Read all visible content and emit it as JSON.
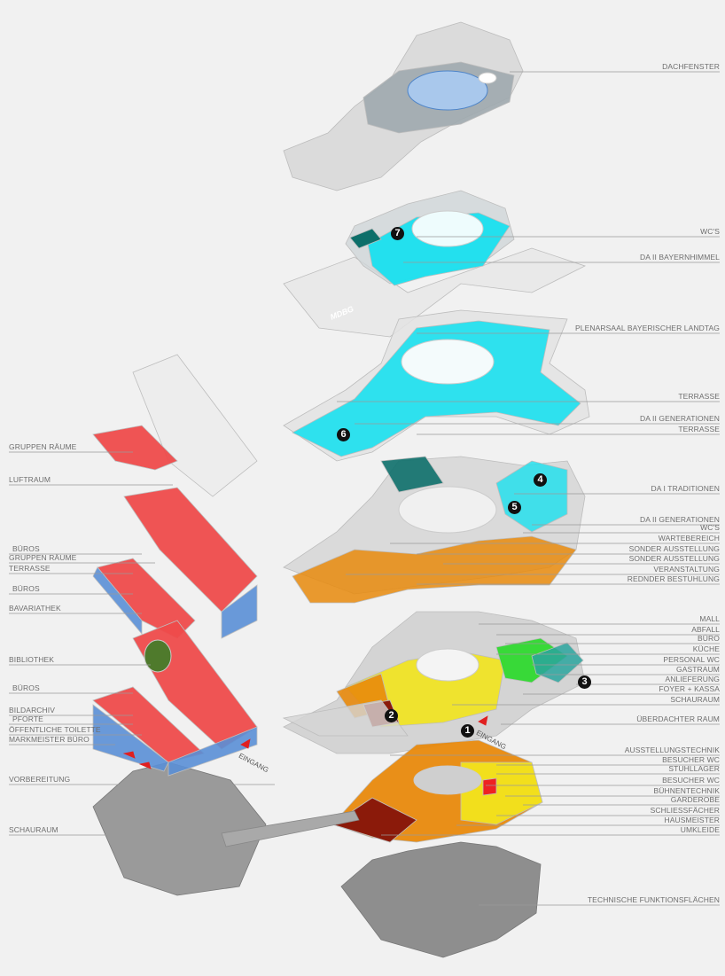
{
  "right_labels": [
    "DACHFENSTER",
    "WC'S",
    "DA II BAYERNHIMMEL",
    "PLENARSAAL BAYERISCHER LANDTAG",
    "TERRASSE",
    "DA II GENERATIONEN",
    "TERRASSE",
    "DA I TRADITIONEN",
    "DA II GENERATIONEN",
    "WC'S",
    "WARTEBEREICH",
    "SONDER AUSSTELLUNG",
    "SONDER AUSSTELLUNG",
    "VERANSTALTUNG",
    "REDNDER BESTUHLUNG",
    "MALL",
    "ABFALL",
    "BÜRO",
    "KÜCHE",
    "PERSONAL WC",
    "GASTRAUM",
    "ANLIEFERUNG",
    "FOYER + KASSA",
    "SCHAURAUM",
    "ÜBERDACHTER RAUM",
    "AUSSTELLUNGSTECHNIK",
    "BESUCHER WC",
    "STUHLLAGER",
    "BESUCHER WC",
    "BÜHNENTECHNIK",
    "GARDEROBE",
    "SCHLIESSFÄCHER",
    "HAUSMEISTER",
    "UMKLEIDE",
    "TECHNISCHE FUNKTIONSFLÄCHEN"
  ],
  "left_labels": [
    "GRUPPEN RÄUME",
    "LUFTRAUM",
    "BÜROS",
    "GRUPPEN RÄUME",
    "TERRASSE",
    "BÜROS",
    "BAVARIATHEK",
    "BIBLIOTHEK",
    "BÜROS",
    "BILDARCHIV",
    "PFORTE",
    "ÖFFENTLICHE TOILETTE",
    "MARKMEISTER BÜRO",
    "VORBEREITUNG",
    "SCHAURAUM"
  ],
  "markers": [
    "1",
    "2",
    "3",
    "4",
    "5",
    "6",
    "7"
  ],
  "entrance_labels": [
    "EINGANG",
    "EINGANG"
  ],
  "watermark": "MDBG",
  "colors": {
    "exhibition_cyan": "#19e0ee",
    "event_orange": "#e8890c",
    "foyer_yellow": "#f2e41c",
    "gastro_green": "#2fd92f",
    "office_red": "#ee4b4b",
    "facade_blue": "#5a8fd6",
    "storage_darkred": "#8b1a0a",
    "technical_gray": "#8e8e8e"
  }
}
